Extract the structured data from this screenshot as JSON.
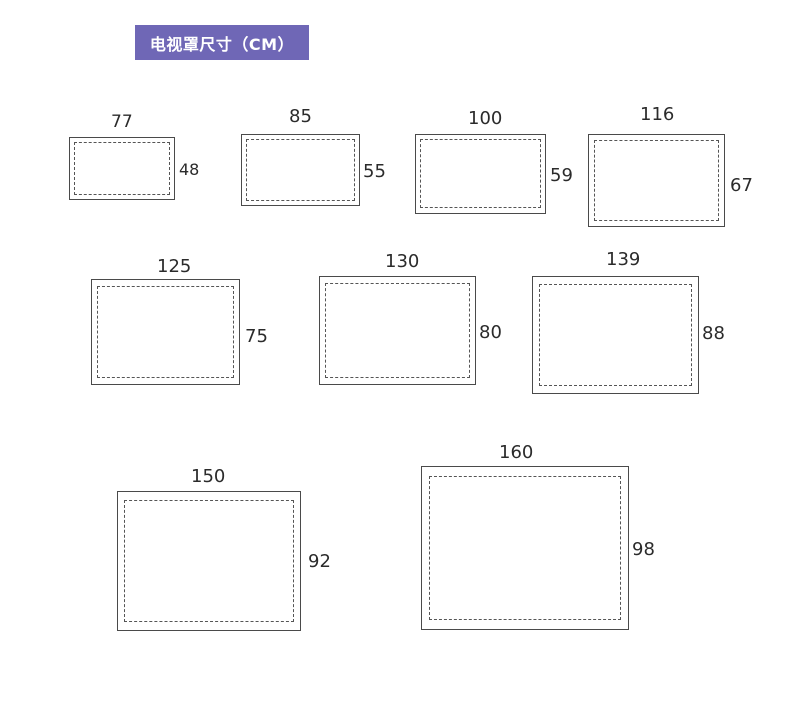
{
  "title": "电视罩尺寸（CM）",
  "sizes": [
    {
      "width": "77",
      "height": "48"
    },
    {
      "width": "85",
      "height": "55"
    },
    {
      "width": "100",
      "height": "59"
    },
    {
      "width": "116",
      "height": "67"
    },
    {
      "width": "125",
      "height": "75"
    },
    {
      "width": "130",
      "height": "80"
    },
    {
      "width": "139",
      "height": "88"
    },
    {
      "width": "150",
      "height": "92"
    },
    {
      "width": "160",
      "height": "98"
    }
  ]
}
